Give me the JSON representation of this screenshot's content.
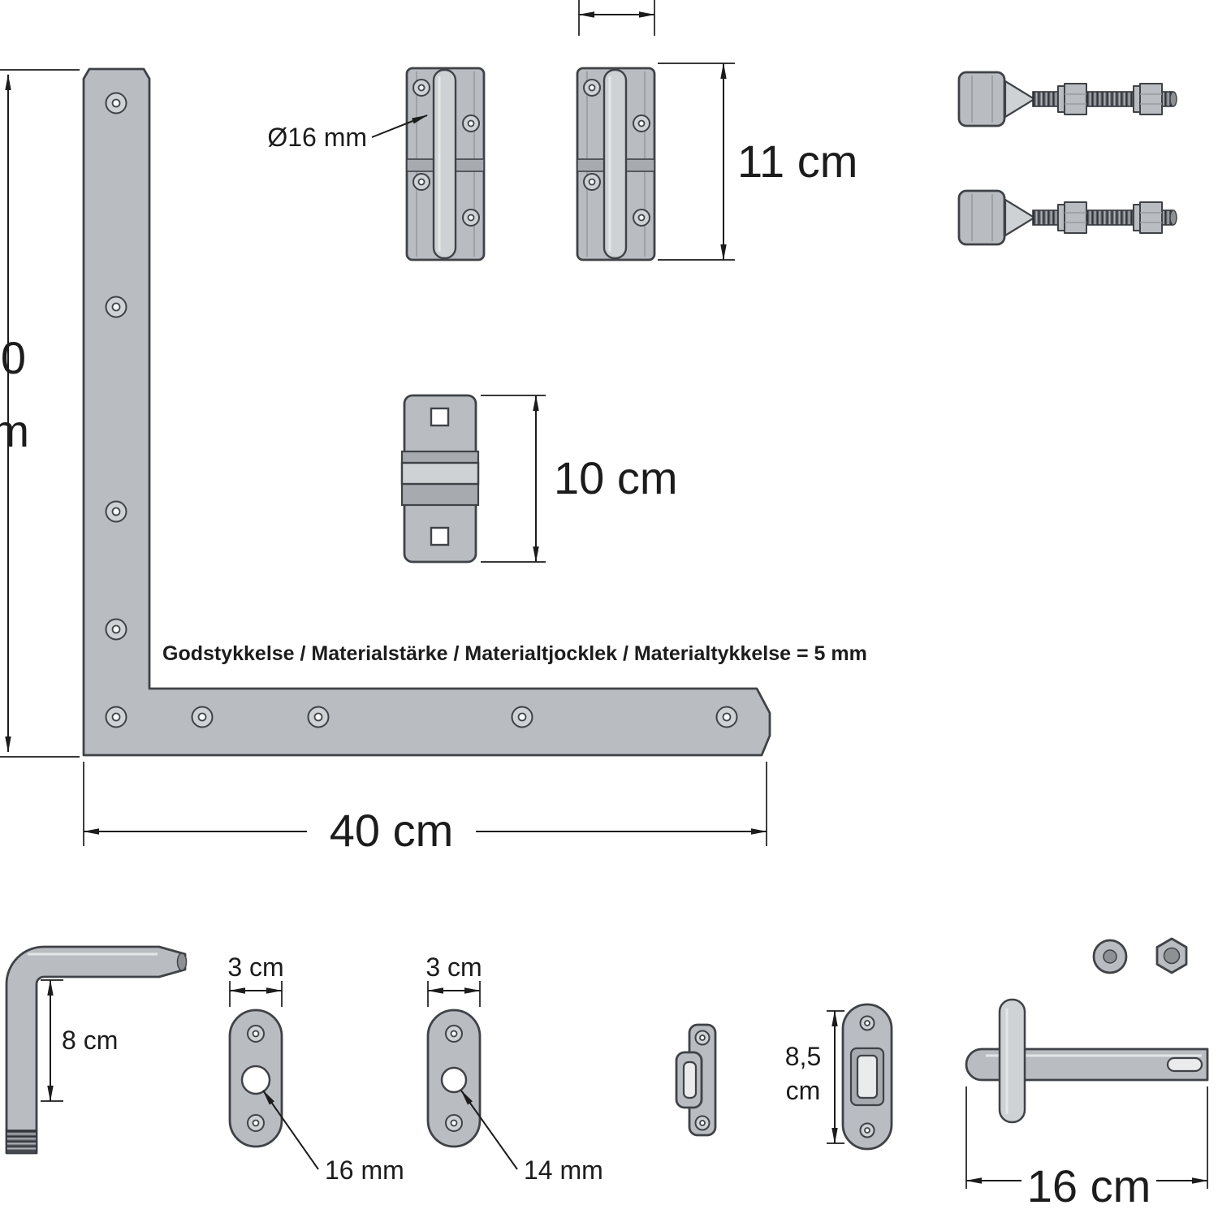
{
  "colors": {
    "background": "#ffffff",
    "part-fill": "#b9bdc1",
    "part-mid": "#a7abb0",
    "part-light": "#cfd2d4",
    "part-dark": "#8d9194",
    "outline": "#3f4347",
    "dim": "#1c1c1c"
  },
  "corner_hinge": {
    "width_dim": "40 cm",
    "left_dim_partial_top": "0",
    "left_dim_partial_bottom": "m",
    "material_note": "Godstykkelse / Materialstärke / Materialtjocklek / Materialtykkelse = 5 mm"
  },
  "strap_hinges": {
    "pin_diameter": "Ø16 mm",
    "height_dim": "11 cm"
  },
  "center_bracket": {
    "height_dim": "10 cm"
  },
  "drop_pin": {
    "length_dim": "8 cm"
  },
  "backplate_16": {
    "width_dim": "3 cm",
    "hole_dim": "16 mm"
  },
  "backplate_14": {
    "width_dim": "3 cm",
    "hole_dim": "14 mm"
  },
  "catch_plate": {
    "height_value": "8,5",
    "height_unit": "cm"
  },
  "padbolt": {
    "length_dim": "16 cm"
  }
}
